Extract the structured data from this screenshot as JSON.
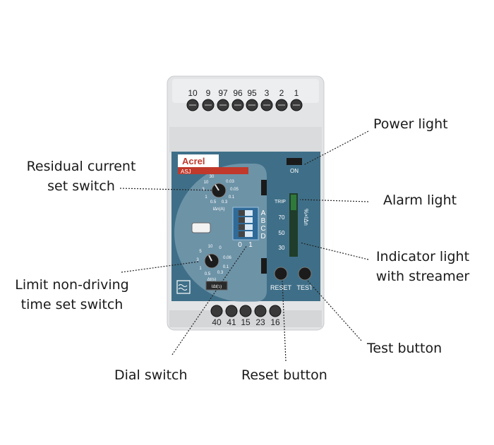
{
  "device": {
    "brand": "Acrel",
    "model": "ASJ",
    "top_terminals": [
      "10",
      "9",
      "97",
      "96",
      "95",
      "3",
      "2",
      "1"
    ],
    "bottom_terminals": [
      "40",
      "41",
      "15",
      "23",
      "16"
    ],
    "on_label": "ON",
    "trip_label": "TRIP",
    "scale_values": [
      "70",
      "50",
      "30"
    ],
    "scale_unit": "%×IΔn",
    "dip_letters": [
      "A",
      "B",
      "C",
      "D"
    ],
    "dip_numbers": [
      "0",
      "1"
    ],
    "reset_label": "RESET",
    "test_label": "TEST",
    "residual_dial": {
      "labels": [
        "30",
        "10",
        "3",
        "1",
        "0.5",
        "0.3",
        "0.1",
        "0.05",
        "0.03"
      ],
      "caption": "IΔn(A)"
    },
    "time_dial": {
      "labels": [
        "10",
        "5",
        "3",
        "1",
        "0.5",
        "0.3",
        "0.1",
        "0.06",
        "0"
      ],
      "caption": "Δt(s)"
    },
    "badge": "IΔt(s)"
  },
  "callouts": {
    "power_light": "Power light",
    "residual_line1": "Residual current",
    "residual_line2": "set switch",
    "alarm_light": "Alarm light",
    "indicator_line1": "Indicator light",
    "indicator_line2": "with streamer",
    "limit_line1": "Limit non-driving",
    "limit_line2": "time set switch",
    "test_button": "Test button",
    "dial_switch": "Dial switch",
    "reset_button": "Reset button"
  },
  "colors": {
    "panel": "#3f6f88",
    "housing": "#e4e6e8",
    "brand_red": "#c0392b",
    "streamer": "#2f7a3a"
  }
}
